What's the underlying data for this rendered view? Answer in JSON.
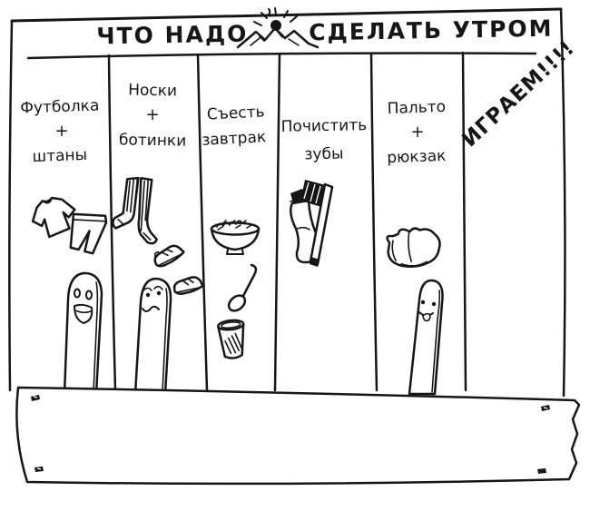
{
  "colors": {
    "ink": "#161616",
    "paper": "#ffffff"
  },
  "title": {
    "left": "ЧТО НАДО",
    "right": "СДЕЛАТЬ УТРОМ",
    "icon": "sun-over-mountains-icon"
  },
  "columns": [
    {
      "id": "tshirt-pants",
      "lines": [
        "Футболка",
        "+",
        "штаны"
      ],
      "icons": [
        "tshirt-icon",
        "pants-icon"
      ]
    },
    {
      "id": "socks-boots",
      "lines": [
        "Носки",
        "+",
        "ботинки"
      ],
      "icons": [
        "socks-icon",
        "sneaker-icon",
        "sneaker-icon"
      ]
    },
    {
      "id": "eat-breakfast",
      "lines": [
        "Съесть",
        "завтрак"
      ],
      "icons": [
        "cereal-bowl-icon",
        "spoon-icon",
        "cup-icon"
      ]
    },
    {
      "id": "brush-teeth",
      "lines": [
        "Почистить",
        "зубы"
      ],
      "icons": [
        "toothpaste-icon",
        "toothbrush-icon"
      ]
    },
    {
      "id": "coat-backpack",
      "lines": [
        "Пальто",
        "+",
        "рюкзак"
      ],
      "icons": [
        "coat-icon"
      ]
    },
    {
      "id": "play",
      "lines": [
        "ИГРАЕМ!!!!"
      ],
      "icons": []
    }
  ],
  "figures": [
    {
      "name": "happy-puppet",
      "expression": "open-mouth-smile"
    },
    {
      "name": "worried-puppet",
      "expression": "wavy-worried-mouth"
    },
    {
      "name": "tongue-puppet",
      "expression": "tongue-out-smile"
    }
  ],
  "banner": {
    "content": "",
    "pin_count": 4
  }
}
